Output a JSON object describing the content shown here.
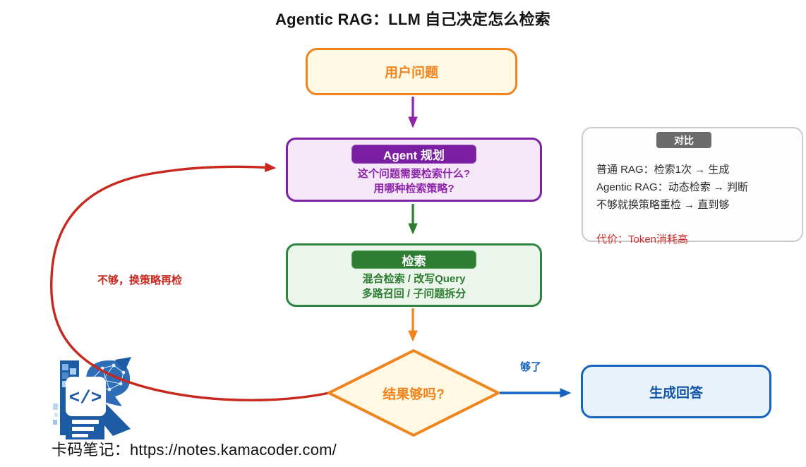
{
  "title": "Agentic RAG：LLM 自己决定怎么检索",
  "flow": {
    "user_question": {
      "label": "用户问题"
    },
    "agent_plan": {
      "badge": "Agent 规划",
      "line1": "这个问题需要检索什么?",
      "line2": "用哪种检索策略?"
    },
    "retrieval": {
      "badge": "检索",
      "line1": "混合检索 / 改写Query",
      "line2": "多路召回 / 子问题拆分"
    },
    "decision": {
      "label": "结果够吗?"
    },
    "answer": {
      "label": "生成回答"
    }
  },
  "edges": {
    "yes_label": "够了",
    "no_label": "不够，换策略再检"
  },
  "comparison": {
    "badge": "对比",
    "line1": "普通 RAG：检索1次 → 生成",
    "line2": "Agentic RAG：动态检索 → 判断",
    "line3": "不够就换策略重检 → 直到够",
    "cost": "代价：Token消耗高"
  },
  "footer": {
    "caption": "卡码笔记：https://notes.kamacoder.com/",
    "logo_code": "</>"
  },
  "colors": {
    "orange": "#F0841F",
    "orange_fill": "#FFF8E2",
    "purple": "#8E24AA",
    "purple_dark": "#7B1FA2",
    "purple_fill": "#F5E8F8",
    "green": "#2E7D32",
    "green_fill": "#EBF5EC",
    "blue": "#1565C0",
    "blue_fill": "#E7F2FB",
    "red": "#C9281E",
    "gray_badge": "#6B6B6B",
    "logo_blue": "#1D5BA4"
  }
}
